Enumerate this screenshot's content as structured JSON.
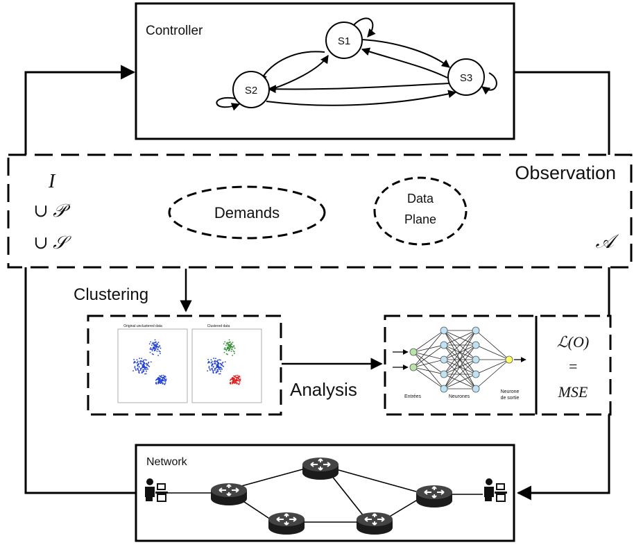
{
  "controller": {
    "title": "Controller",
    "states": [
      "S1",
      "S2",
      "S3"
    ]
  },
  "observation": {
    "title": "Observation",
    "sets": [
      "I",
      "∪ 𝒫",
      "∪ 𝒮"
    ],
    "action_set": "𝒜",
    "demands": "Demands",
    "data_plane": [
      "Data",
      "Plane"
    ]
  },
  "clustering": {
    "label": "Clustering",
    "plot_titles": [
      "Original unclustered data",
      "Clustered data"
    ],
    "colors": {
      "blue": "#1f3fd6",
      "green": "#2e8b2e",
      "red": "#e01919"
    }
  },
  "analysis": {
    "label": "Analysis",
    "nn_labels": [
      "Entrées",
      "Neurones",
      "Neurone",
      "de sortie"
    ],
    "node_color": "#bfe3f5",
    "input_color": "#b9e3a8",
    "output_color": "#ffff66"
  },
  "loss": [
    "ℒ(O)",
    "=",
    "MSE"
  ],
  "network": {
    "title": "Network"
  }
}
